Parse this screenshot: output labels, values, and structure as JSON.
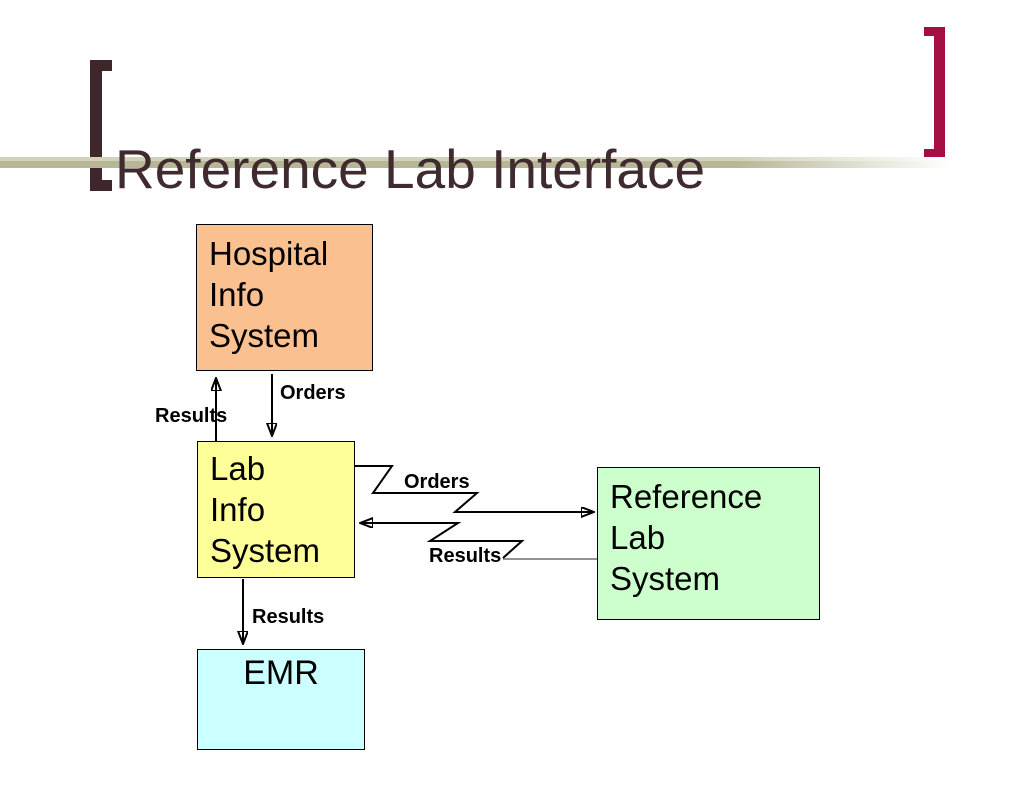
{
  "slide": {
    "title": "Reference Lab Interface",
    "colors": {
      "title_color": "#3F2A2E",
      "left_bracket": "#3F262B",
      "right_bracket": "#A50E45",
      "rule": "#B7B797",
      "hospital_fill": "#FAC090",
      "lab_fill": "#FFFF99",
      "reference_fill": "#CCFFCC",
      "emr_fill": "#CCFFFF",
      "box_border": "#000000",
      "connector": "#000000",
      "connector_gray": "#6F6F6F",
      "label_color": "#000000"
    }
  },
  "boxes": {
    "hospital": {
      "lines": [
        "Hospital",
        "Info",
        "System"
      ]
    },
    "lab": {
      "lines": [
        "Lab",
        "Info",
        "System"
      ]
    },
    "reference": {
      "lines": [
        "Reference",
        "Lab",
        "System"
      ]
    },
    "emr": {
      "label": "EMR"
    }
  },
  "connectors": {
    "orders_hospital_to_lab": "Orders",
    "results_lab_to_hospital": "Results",
    "orders_lab_to_reference": "Orders",
    "results_reference_to_lab": "Results",
    "results_lab_to_emr": "Results"
  }
}
